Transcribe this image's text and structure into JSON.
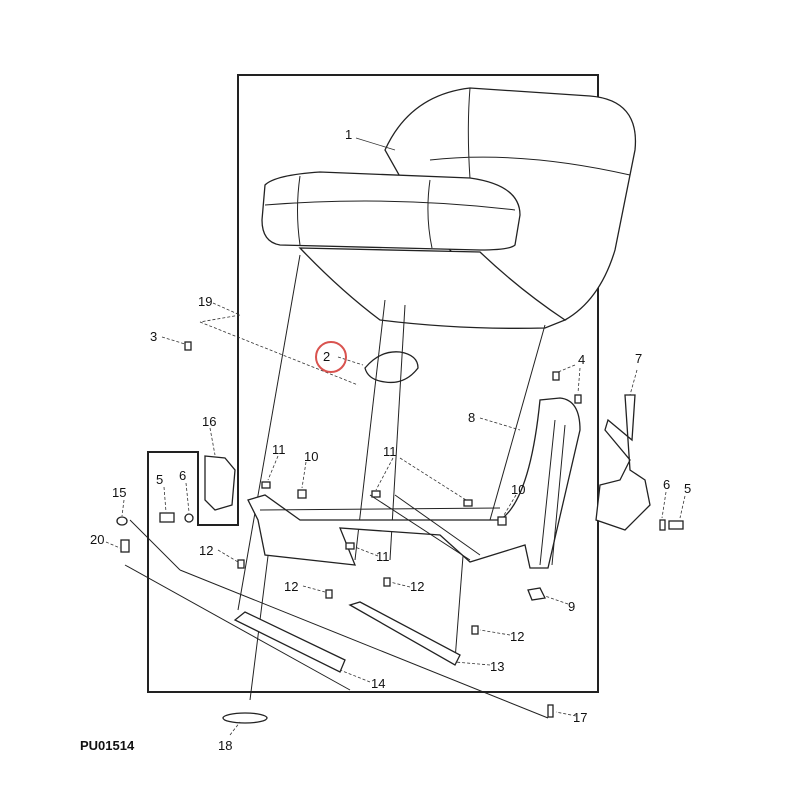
{
  "diagram": {
    "caption": "PU01514",
    "highlight_color": "#d9534f",
    "callouts": [
      "1",
      "2",
      "3",
      "4",
      "5",
      "6",
      "7",
      "8",
      "9",
      "10",
      "10",
      "11",
      "11",
      "11",
      "12",
      "12",
      "12",
      "12",
      "13",
      "14",
      "15",
      "16",
      "17",
      "18",
      "19",
      "20",
      "5",
      "6"
    ]
  }
}
